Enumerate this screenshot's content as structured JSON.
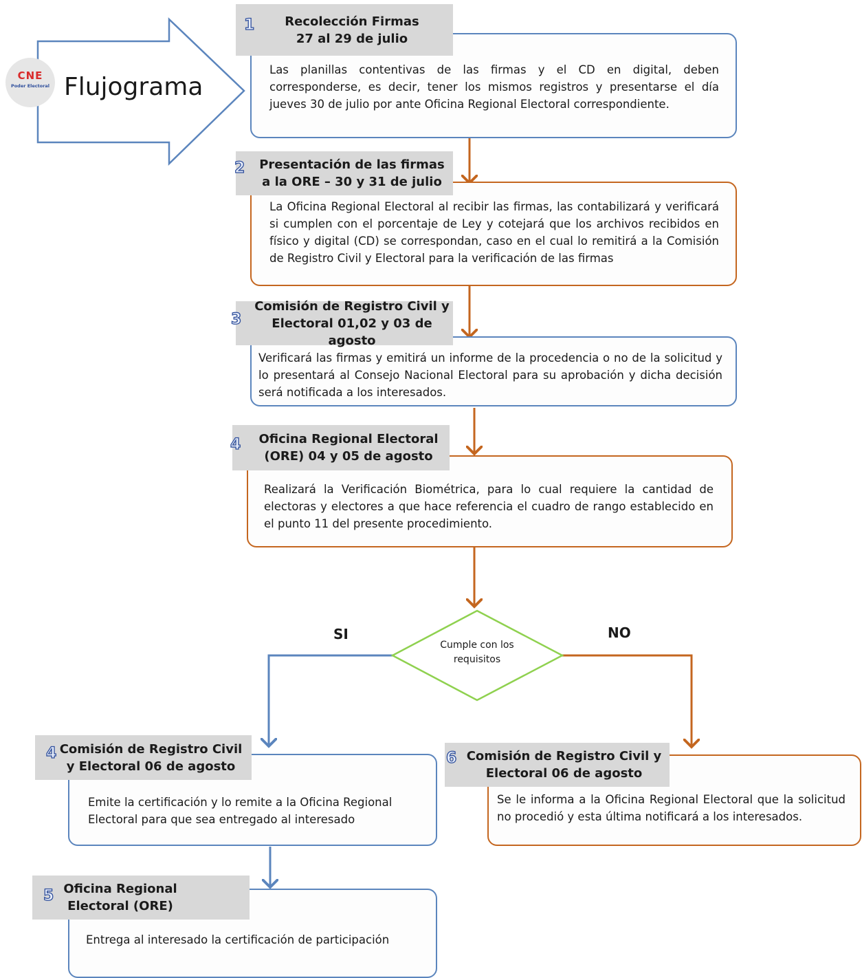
{
  "title": "Flujograma",
  "logo": {
    "text": "CNE",
    "subtext": "Poder Electoral"
  },
  "colors": {
    "blue": "#5b85bd",
    "orange": "#c4661f",
    "green": "#8fd14f",
    "header": "#d8d8d8"
  },
  "steps": [
    {
      "num": "1",
      "title_l1": "Recolección Firmas",
      "title_l2": "27 al 29 de julio",
      "text": "Las planillas contentivas de las firmas y el CD en digital, deben corresponderse, es decir, tener los mismos registros y presentarse el día jueves 30 de julio por ante Oficina Regional Electoral correspondiente."
    },
    {
      "num": "2",
      "title_l1": "Presentación de las firmas",
      "title_l2": "a la ORE – 30 y 31 de julio",
      "text": "La Oficina Regional Electoral al recibir las firmas, las contabilizará y verificará si cumplen con el porcentaje de Ley y cotejará que los archivos recibidos en físico y digital (CD) se correspondan, caso en el cual lo remitirá a la Comisión de Registro Civil y Electoral para la verificación de las firmas"
    },
    {
      "num": "3",
      "title_l1": "Comisión de Registro Civil y",
      "title_l2": "Electoral 01,02 y 03 de agosto",
      "text": "Verificará las firmas y emitirá un informe de la procedencia o no de la solicitud y lo presentará al Consejo Nacional Electoral para su aprobación y dicha decisión será notificada a los interesados."
    },
    {
      "num": "4",
      "title_l1": "Oficina Regional Electoral",
      "title_l2": "(ORE) 04 y 05 de agosto",
      "text": "Realizará la Verificación Biométrica, para lo cual requiere la cantidad de electoras y electores a que hace referencia el cuadro de rango establecido en el punto 11 del presente procedimiento."
    }
  ],
  "decision": {
    "text_l1": "Cumple con los",
    "text_l2": "requisitos",
    "yes_label": "SI",
    "no_label": "NO"
  },
  "yes_step": {
    "num": "4",
    "title_l1": "Comisión de Registro Civil",
    "title_l2": "y Electoral 06 de agosto",
    "text": "Emite la certificación y lo remite a la Oficina Regional Electoral para que sea entregado al interesado"
  },
  "no_step": {
    "num": "6",
    "title_l1": "Comisión de Registro Civil y",
    "title_l2": "Electoral 06 de agosto",
    "text": "Se le informa a la Oficina Regional Electoral que la solicitud no procedió y esta última notificará a los interesados."
  },
  "final_step": {
    "num": "5",
    "title_l1": "Oficina Regional",
    "title_l2": "Electoral (ORE)",
    "text": "Entrega al interesado la certificación de participación"
  }
}
